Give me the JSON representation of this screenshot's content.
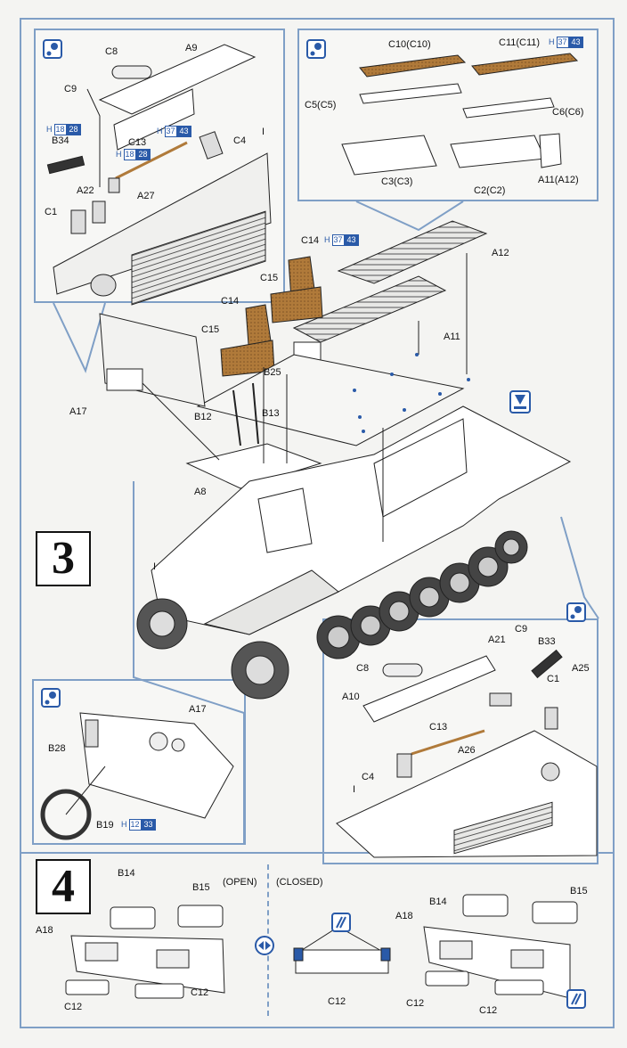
{
  "steps": {
    "three": "3",
    "four": "4"
  },
  "top_left": {
    "labels": [
      "C8",
      "A9",
      "C9",
      "B34",
      "C13",
      "C4",
      "A22",
      "A27",
      "C1",
      "I"
    ],
    "paint_c13": {
      "h": "H",
      "n1": "18",
      "n2": "28"
    },
    "paint_c13b": {
      "h": "H",
      "n1": "37",
      "n2": "43"
    },
    "paint_b34": {
      "h": "H",
      "n1": "18",
      "n2": "28"
    }
  },
  "top_right": {
    "labels": [
      "C10(C10)",
      "C11(C11)",
      "C5(C5)",
      "C6(C6)",
      "C3(C3)",
      "C2(C2)",
      "A11(A12)"
    ],
    "paint_c11": {
      "h": "H",
      "n1": "37",
      "n2": "43"
    }
  },
  "main": {
    "labels": [
      "C14",
      "A12",
      "C15",
      "C14",
      "C15",
      "A11",
      "B25",
      "A17",
      "B12",
      "B13",
      "A8",
      "I"
    ],
    "paint_c14": {
      "h": "H",
      "n1": "37",
      "n2": "43"
    }
  },
  "bottom_left": {
    "labels": [
      "A17",
      "B28",
      "B19"
    ],
    "paint_b19": {
      "h": "H",
      "n1": "12",
      "n2": "33"
    }
  },
  "bottom_right": {
    "labels": [
      "C9",
      "A21",
      "B33",
      "A25",
      "C8",
      "C1",
      "A10",
      "C13",
      "A26",
      "C4",
      "I"
    ]
  },
  "step4": {
    "open_label": "(OPEN)",
    "closed_label": "(CLOSED)",
    "left_labels": [
      "B14",
      "B15",
      "A18",
      "C12",
      "C12"
    ],
    "center_label": "C12",
    "right_labels": [
      "B14",
      "B15",
      "A18",
      "C12",
      "C12"
    ]
  },
  "colors": {
    "frame": "#7f9fc6",
    "accent": "#2a5aa8",
    "seat": "#b07a3a"
  },
  "icons": [
    "attention-icon",
    "flip-icon",
    "paint-icon",
    "mirror-icon"
  ]
}
